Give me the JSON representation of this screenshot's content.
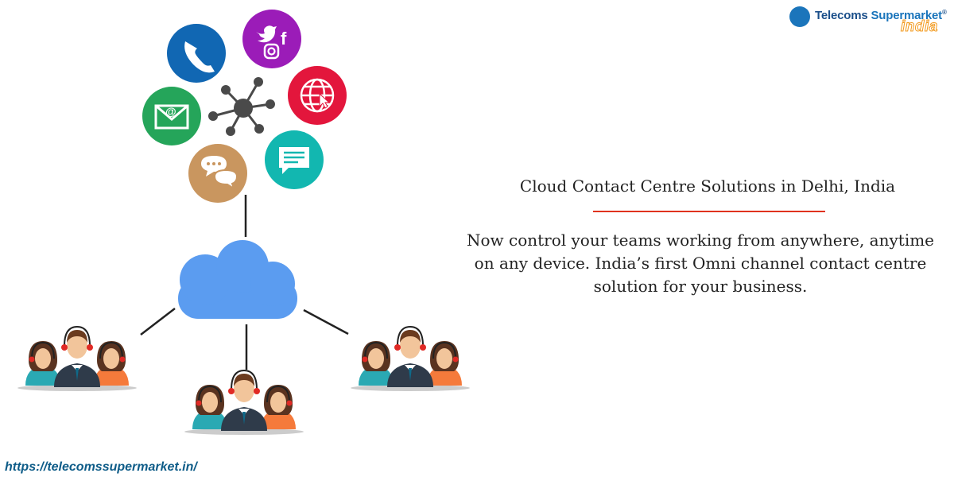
{
  "brand": {
    "name_part1": "Telecoms ",
    "name_part2": "Supermarket",
    "trademark": "®",
    "sub": "india"
  },
  "headline": "Cloud Contact Centre Solutions in Delhi, India",
  "body": "Now control your teams working from anywhere, anytime on any device. India’s first Omni channel contact centre solution for your business.",
  "footer": {
    "url": "https://telecomssupermarket.in/"
  },
  "colors": {
    "phone": "#1167b3",
    "social": "#9b1cb8",
    "web": "#e3163c",
    "email": "#25a55a",
    "chat": "#c9965f",
    "message": "#12b7b0",
    "cloud": "#5b9cf0",
    "hub": "#4a4a4a",
    "divider": "#e0321e",
    "link": "#0e5c88"
  },
  "icons": [
    "phone-icon",
    "social-media-icon",
    "web-icon",
    "email-icon",
    "chat-icon",
    "message-icon",
    "network-hub-icon",
    "cloud-icon"
  ]
}
